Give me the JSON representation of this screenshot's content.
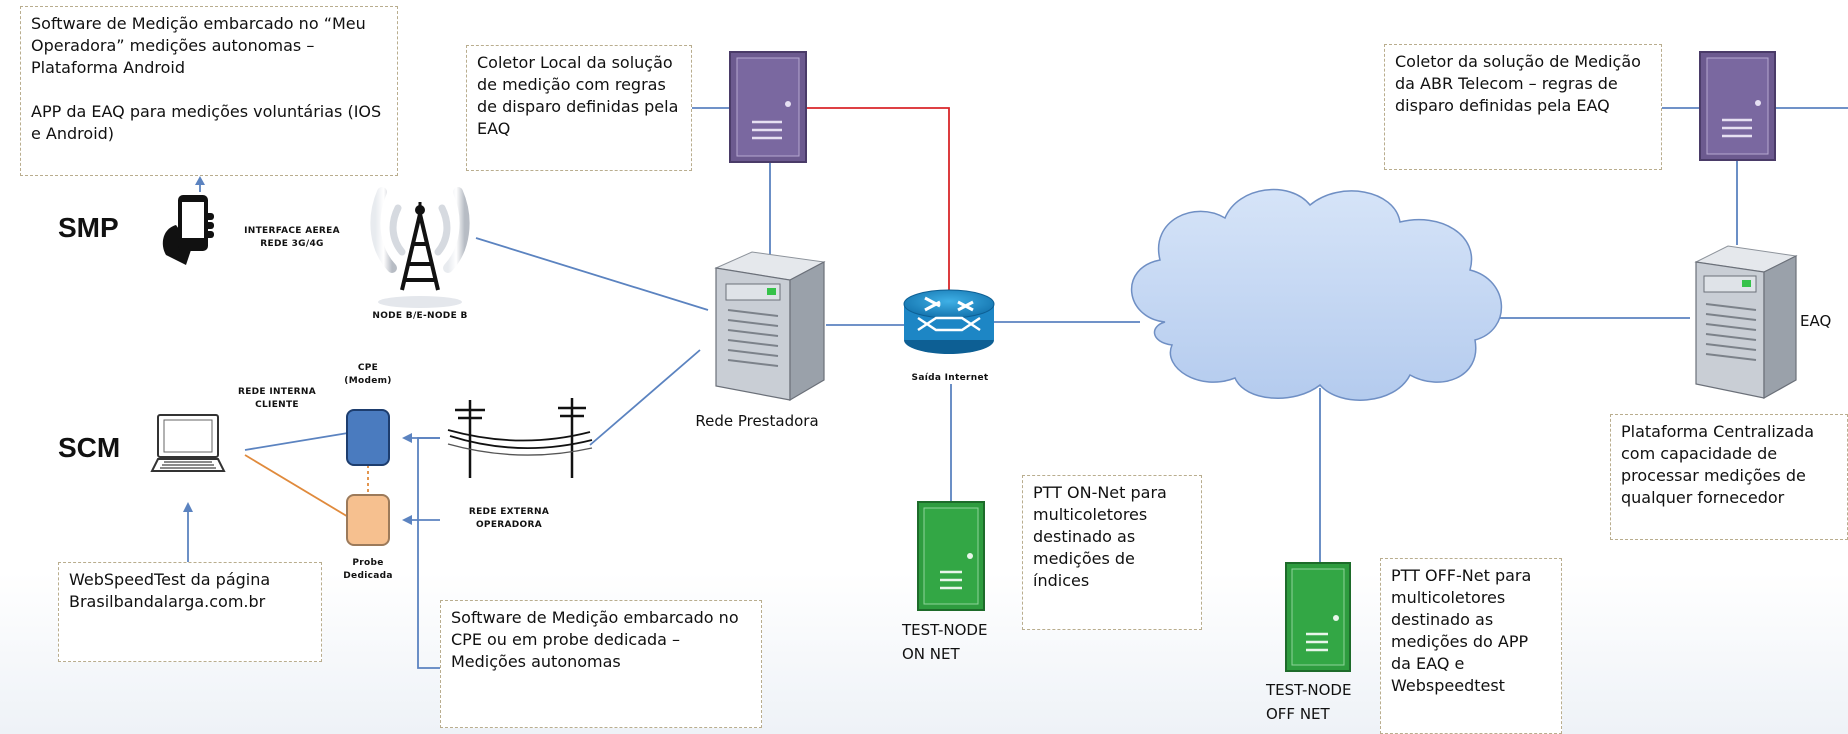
{
  "notes": {
    "software_meu_operadora": "Software de Medição embarcado no “Meu Operadora” medições autonomas – Plataforma  Android\n\nAPP da EAQ para medições voluntárias (IOS e Android)",
    "coletor_local": "Coletor  Local da solução de medição com regras de disparo definidas pela EAQ",
    "coletor_abr": "Coletor  da solução de Medição da ABR Telecom – regras de disparo definidas pela EAQ",
    "plataforma_centralizada": "Plataforma  Centralizada com capacidade de processar medições de qualquer  fornecedor",
    "ptt_on_net": "PTT ON-Net para multicoletores destinado as medições de índices",
    "ptt_off_net": "PTT OFF-Net para multicoletores destinado as medições do APP da EAQ e Webspeedtest",
    "webspeedtest": "WebSpeedTest  da página Brasilbandalarga.com.br",
    "software_cpe": "Software de Medição embarcado no CPE ou em probe dedicada – Medições  autonomas"
  },
  "labels": {
    "smp": "SMP",
    "scm": "SCM",
    "interface_aerea": "INTERFACE  AEREA\nREDE 3G/4G",
    "node_b": "NODE B/E-NODE  B",
    "cpe_modem": "CPE\n(Modem)",
    "rede_interna": "REDE INTERNA\nCLIENTE",
    "probe_dedicada": "Probe\nDedicada",
    "rede_externa": "REDE EXTERNA\nOPERADORA",
    "rede_prestadora": "Rede  Prestadora",
    "saida_internet": "Saída Internet",
    "eaq": "EAQ",
    "test_node_on": "TEST-NODE\nON NET",
    "test_node_off": "TEST-NODE\nOFF NET"
  },
  "colors": {
    "line_blue": "#5b83c0",
    "line_red": "#d9262a",
    "line_orange": "#e08a3c",
    "server_purple": "#6c5a8f",
    "server_green": "#2e9c3f",
    "cloud_fill": "#c6d9f4",
    "router_blue": "#1d86c5",
    "cpe_blue": "#4a7bbf",
    "probe_orange": "#f6c08f"
  }
}
